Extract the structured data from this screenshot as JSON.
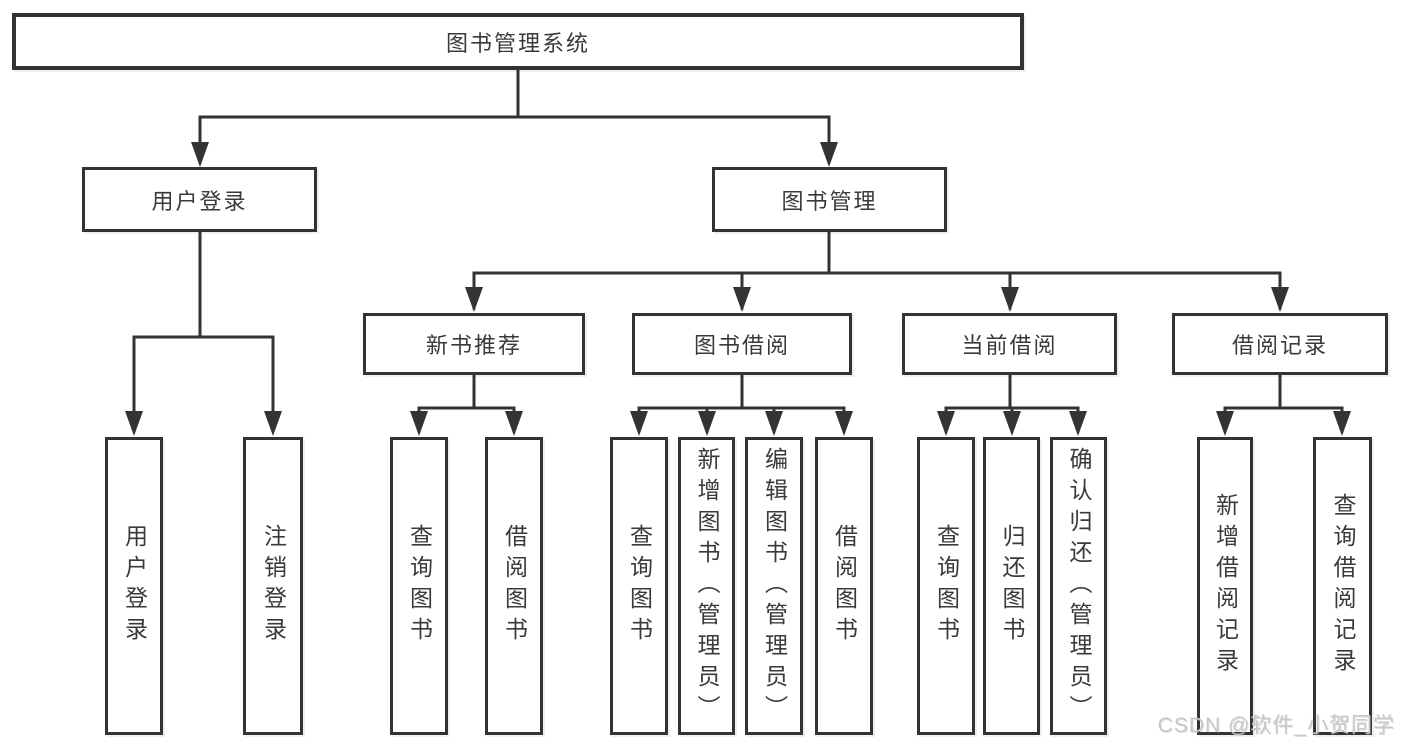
{
  "diagram_title": "图书管理系统",
  "tree": {
    "root": {
      "label": "图书管理系统",
      "children": [
        {
          "label": "用户登录",
          "children": [
            {
              "label": "用户登录"
            },
            {
              "label": "注销登录"
            }
          ]
        },
        {
          "label": "图书管理",
          "children": [
            {
              "label": "新书推荐",
              "children": [
                {
                  "label": "查询图书"
                },
                {
                  "label": "借阅图书"
                }
              ]
            },
            {
              "label": "图书借阅",
              "children": [
                {
                  "label": "查询图书"
                },
                {
                  "label": "新增图书（管理员）"
                },
                {
                  "label": "编辑图书（管理员）"
                },
                {
                  "label": "借阅图书"
                }
              ]
            },
            {
              "label": "当前借阅",
              "children": [
                {
                  "label": "查询图书"
                },
                {
                  "label": "归还图书"
                },
                {
                  "label": "确认归还（管理员）"
                }
              ]
            },
            {
              "label": "借阅记录",
              "children": [
                {
                  "label": "新增借阅记录"
                },
                {
                  "label": "查询借阅记录"
                }
              ]
            }
          ]
        }
      ]
    }
  },
  "watermark": {
    "text": "CSDN @软件_小贺同学"
  },
  "colors": {
    "line": "#333333",
    "box_border": "#333333",
    "box_fill": "#ffffff",
    "text": "#3a3a3a",
    "watermark": "#c8c8c8",
    "background": "#ffffff"
  }
}
